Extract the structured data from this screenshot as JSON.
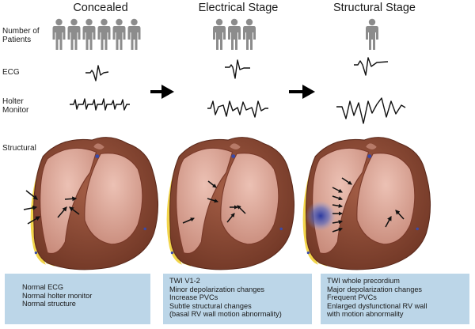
{
  "stages": [
    {
      "title": "Concealed",
      "patients": 6,
      "box_lines": [
        "Normal ECG",
        "Normal holter monitor",
        "Normal structure"
      ]
    },
    {
      "title": "Electrical Stage",
      "patients": 3,
      "box_lines": [
        "TWI V1-2",
        "Minor depolarization changes",
        "Increase PVCs",
        "Subtle structural changes",
        "(basal RV wall motion abnormality)"
      ]
    },
    {
      "title": "Structural Stage",
      "patients": 1,
      "box_lines": [
        "TWI whole precordium",
        "Major depolarization changes",
        "Frequent PVCs",
        "Enlarged dysfunctional RV wall",
        "with motion abnormality"
      ]
    }
  ],
  "row_labels": {
    "patients": [
      "Number of",
      "Patients"
    ],
    "ecg": "ECG",
    "holter": [
      "Holter",
      "Monitor"
    ],
    "structural": "Structural"
  },
  "colors": {
    "myocardium": "#8a4a34",
    "chamber": "#d9a79a",
    "fat": "#f2d54a",
    "figure": "#8c8c8c",
    "box": "#bcd6e8",
    "scar": "#3a4fb0"
  }
}
